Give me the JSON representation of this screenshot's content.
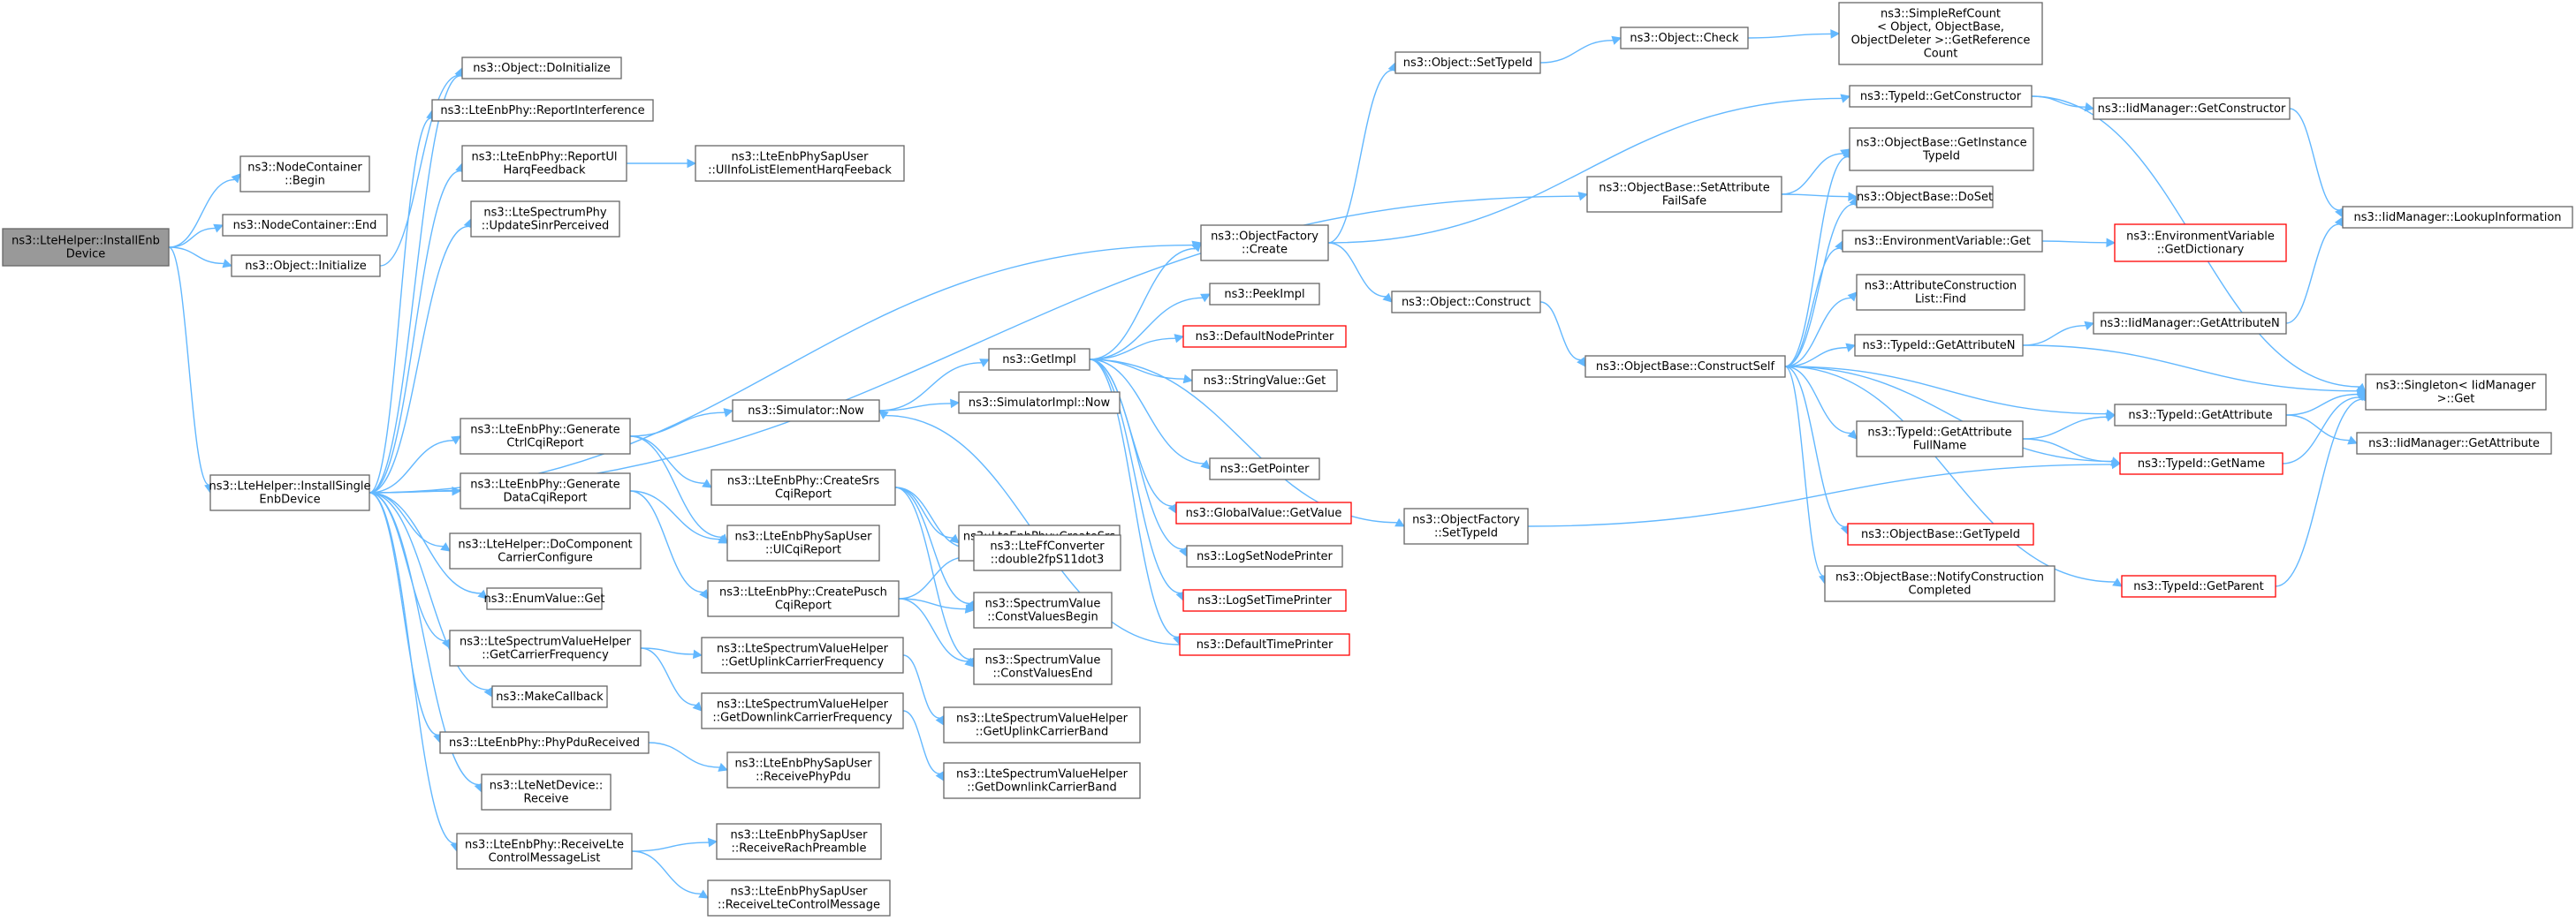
{
  "colors": {
    "edge": "#63b8ff",
    "root_fill": "#999999",
    "node_border": "#666666",
    "undocumented_border": "#ff0000"
  },
  "nodes": [
    {
      "id": "n0",
      "lines": [
        "ns3::LteHelper::InstallEnb",
        "Device"
      ],
      "root": true
    },
    {
      "id": "n1",
      "lines": [
        "ns3::NodeContainer",
        "::Begin"
      ]
    },
    {
      "id": "n2",
      "lines": [
        "ns3::NodeContainer::End"
      ]
    },
    {
      "id": "n3",
      "lines": [
        "ns3::Object::Initialize"
      ]
    },
    {
      "id": "n4",
      "lines": [
        "ns3::LteHelper::InstallSingle",
        "EnbDevice"
      ]
    },
    {
      "id": "n5",
      "lines": [
        "ns3::Object::DoInitialize"
      ]
    },
    {
      "id": "n6",
      "lines": [
        "ns3::LteEnbPhy::ReportInterference"
      ]
    },
    {
      "id": "n7",
      "lines": [
        "ns3::LteEnbPhy::ReportUl",
        "HarqFeedback"
      ]
    },
    {
      "id": "n8",
      "lines": [
        "ns3::LteEnbPhySapUser",
        "::UlInfoListElementHarqFeeback"
      ]
    },
    {
      "id": "n9",
      "lines": [
        "ns3::LteSpectrumPhy",
        "::UpdateSinrPerceived"
      ]
    },
    {
      "id": "n10",
      "lines": [
        "ns3::LteEnbPhy::Generate",
        "CtrlCqiReport"
      ]
    },
    {
      "id": "n11",
      "lines": [
        "ns3::LteEnbPhy::Generate",
        "DataCqiReport"
      ]
    },
    {
      "id": "n12",
      "lines": [
        "ns3::LteHelper::DoComponent",
        "CarrierConfigure"
      ]
    },
    {
      "id": "n13",
      "lines": [
        "ns3::EnumValue::Get"
      ]
    },
    {
      "id": "n14",
      "lines": [
        "ns3::LteSpectrumValueHelper",
        "::GetCarrierFrequency"
      ]
    },
    {
      "id": "n15",
      "lines": [
        "ns3::MakeCallback"
      ]
    },
    {
      "id": "n16",
      "lines": [
        "ns3::LteEnbPhy::PhyPduReceived"
      ]
    },
    {
      "id": "n17",
      "lines": [
        "ns3::LteNetDevice::",
        "Receive"
      ]
    },
    {
      "id": "n18",
      "lines": [
        "ns3::LteEnbPhy::ReceiveLte",
        "ControlMessageList"
      ]
    },
    {
      "id": "n19",
      "lines": [
        "ns3::Simulator::Now"
      ]
    },
    {
      "id": "n20",
      "lines": [
        "ns3::LteEnbPhy::CreateSrs",
        "CqiReport"
      ]
    },
    {
      "id": "n21",
      "lines": [
        "ns3::LteEnbPhySapUser",
        "::UlCqiReport"
      ]
    },
    {
      "id": "n22",
      "lines": [
        "ns3::LteEnbPhy::CreatePusch",
        "CqiReport"
      ]
    },
    {
      "id": "n23",
      "lines": [
        "ns3::LteSpectrumValueHelper",
        "::GetUplinkCarrierFrequency"
      ]
    },
    {
      "id": "n24",
      "lines": [
        "ns3::LteSpectrumValueHelper",
        "::GetDownlinkCarrierFrequency"
      ]
    },
    {
      "id": "n25",
      "lines": [
        "ns3::LteEnbPhySapUser",
        "::ReceivePhyPdu"
      ]
    },
    {
      "id": "n26",
      "lines": [
        "ns3::LteEnbPhySapUser",
        "::ReceiveRachPreamble"
      ]
    },
    {
      "id": "n27",
      "lines": [
        "ns3::LteEnbPhySapUser",
        "::ReceiveLteControlMessage"
      ]
    },
    {
      "id": "n28",
      "lines": [
        "ns3::GetImpl"
      ]
    },
    {
      "id": "n29",
      "lines": [
        "ns3::SimulatorImpl::Now"
      ]
    },
    {
      "id": "n30",
      "lines": [
        "ns3::LteEnbPhy::CreateSrs",
        "Report"
      ]
    },
    {
      "id": "n31",
      "lines": [
        "ns3::LteFfConverter",
        "::double2fpS11dot3"
      ]
    },
    {
      "id": "n32",
      "lines": [
        "ns3::SpectrumValue",
        "::ConstValuesBegin"
      ]
    },
    {
      "id": "n33",
      "lines": [
        "ns3::SpectrumValue",
        "::ConstValuesEnd"
      ]
    },
    {
      "id": "n34",
      "lines": [
        "ns3::LteSpectrumValueHelper",
        "::GetUplinkCarrierBand"
      ]
    },
    {
      "id": "n35",
      "lines": [
        "ns3::LteSpectrumValueHelper",
        "::GetDownlinkCarrierBand"
      ]
    },
    {
      "id": "n36",
      "lines": [
        "ns3::ObjectFactory",
        "::Create"
      ]
    },
    {
      "id": "n37",
      "lines": [
        "ns3::PeekImpl"
      ]
    },
    {
      "id": "n38",
      "lines": [
        "ns3::DefaultNodePrinter"
      ],
      "red": true
    },
    {
      "id": "n39",
      "lines": [
        "ns3::StringValue::Get"
      ]
    },
    {
      "id": "n40",
      "lines": [
        "ns3::GetPointer"
      ]
    },
    {
      "id": "n41",
      "lines": [
        "ns3::GlobalValue::GetValue"
      ],
      "red": true
    },
    {
      "id": "n42",
      "lines": [
        "ns3::LogSetNodePrinter"
      ]
    },
    {
      "id": "n43",
      "lines": [
        "ns3::LogSetTimePrinter"
      ],
      "red": true
    },
    {
      "id": "n44",
      "lines": [
        "ns3::DefaultTimePrinter"
      ],
      "red": true
    },
    {
      "id": "n45",
      "lines": [
        "ns3::Object::SetTypeId"
      ]
    },
    {
      "id": "n46",
      "lines": [
        "ns3::Object::Construct"
      ]
    },
    {
      "id": "n47",
      "lines": [
        "ns3::ObjectFactory",
        "::SetTypeId"
      ]
    },
    {
      "id": "n48",
      "lines": [
        "ns3::Object::Check"
      ]
    },
    {
      "id": "n49",
      "lines": [
        "ns3::SimpleRefCount",
        "< Object, ObjectBase,",
        "ObjectDeleter >::GetReference",
        "Count"
      ]
    },
    {
      "id": "n50",
      "lines": [
        "ns3::ObjectBase::SetAttribute",
        "FailSafe"
      ]
    },
    {
      "id": "n51",
      "lines": [
        "ns3::ObjectBase::ConstructSelf"
      ]
    },
    {
      "id": "n52",
      "lines": [
        "ns3::TypeId::GetConstructor"
      ]
    },
    {
      "id": "n53",
      "lines": [
        "ns3::IidManager::GetConstructor"
      ]
    },
    {
      "id": "n54",
      "lines": [
        "ns3::ObjectBase::GetInstance",
        "TypeId"
      ]
    },
    {
      "id": "n55",
      "lines": [
        "ns3::ObjectBase::DoSet"
      ]
    },
    {
      "id": "n56",
      "lines": [
        "ns3::EnvironmentVariable::Get"
      ]
    },
    {
      "id": "n57",
      "lines": [
        "ns3::EnvironmentVariable",
        "::GetDictionary"
      ],
      "red": true
    },
    {
      "id": "n58",
      "lines": [
        "ns3::AttributeConstruction",
        "List::Find"
      ]
    },
    {
      "id": "n59",
      "lines": [
        "ns3::TypeId::GetAttributeN"
      ]
    },
    {
      "id": "n60",
      "lines": [
        "ns3::IidManager::GetAttributeN"
      ]
    },
    {
      "id": "n61",
      "lines": [
        "ns3::IidManager::LookupInformation"
      ]
    },
    {
      "id": "n62",
      "lines": [
        "ns3::TypeId::GetAttribute"
      ]
    },
    {
      "id": "n63",
      "lines": [
        "ns3::TypeId::GetAttribute",
        "FullName"
      ]
    },
    {
      "id": "n64",
      "lines": [
        "ns3::TypeId::GetName"
      ],
      "red": true
    },
    {
      "id": "n65",
      "lines": [
        "ns3::Singleton< IidManager",
        ">::Get"
      ]
    },
    {
      "id": "n66",
      "lines": [
        "ns3::IidManager::GetAttribute"
      ]
    },
    {
      "id": "n67",
      "lines": [
        "ns3::ObjectBase::GetTypeId"
      ],
      "red": true
    },
    {
      "id": "n68",
      "lines": [
        "ns3::ObjectBase::NotifyConstruction",
        "Completed"
      ]
    },
    {
      "id": "n69",
      "lines": [
        "ns3::TypeId::GetParent"
      ],
      "red": true
    }
  ]
}
